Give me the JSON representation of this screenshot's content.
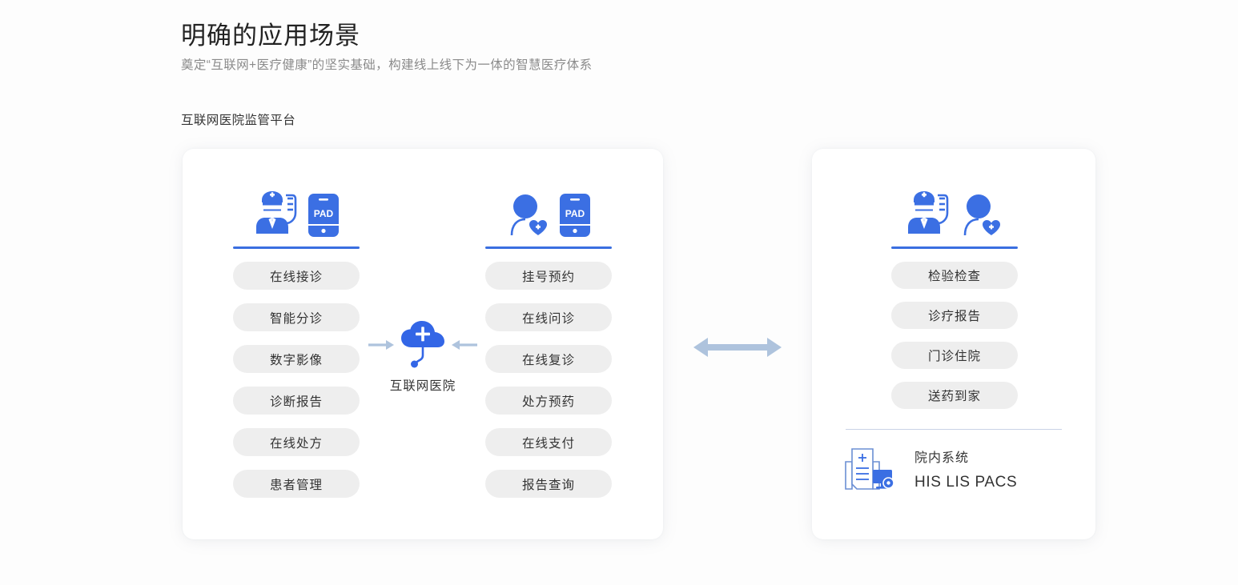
{
  "header": {
    "title": "明确的应用场景",
    "subtitle": "奠定“互联网+医疗健康”的坚实基础，构建线上线下为一体的智慧医疗体系",
    "platform_label": "互联网医院监管平台"
  },
  "colors": {
    "brand_blue": "#3a6ee0",
    "icon_blue": "#3b6fe3",
    "pill_bg": "#eeeeee",
    "text_dark": "#333333",
    "text_gray": "#8a8a8a",
    "arrow_blue_gray": "#aec3dd",
    "page_bg": "#fdfdfd"
  },
  "left_panel": {
    "columns": [
      {
        "icons": [
          "doctor-stethoscope-icon",
          "pad-tablet-icon"
        ],
        "pad_label": "PAD",
        "items": [
          {
            "label": "在线接诊"
          },
          {
            "label": "智能分诊"
          },
          {
            "label": "数字影像"
          },
          {
            "label": "诊断报告"
          },
          {
            "label": "在线处方"
          },
          {
            "label": "患者管理"
          }
        ]
      },
      {
        "icons": [
          "patient-heart-icon",
          "pad-tablet-icon"
        ],
        "pad_label": "PAD",
        "items": [
          {
            "label": "挂号预约"
          },
          {
            "label": "在线问诊"
          },
          {
            "label": "在线复诊"
          },
          {
            "label": "处方预药"
          },
          {
            "label": "在线支付"
          },
          {
            "label": "报告查询"
          }
        ]
      }
    ],
    "center": {
      "icon": "cloud-plus-stethoscope-icon",
      "label": "互联网医院",
      "left_arrow": "arrow-right-icon",
      "right_arrow": "arrow-left-icon"
    }
  },
  "connector": {
    "icon": "double-arrow-icon"
  },
  "right_panel": {
    "icons": [
      "doctor-stethoscope-icon",
      "patient-heart-icon"
    ],
    "items": [
      {
        "label": "检验检查"
      },
      {
        "label": "诊疗报告"
      },
      {
        "label": "门诊住院"
      },
      {
        "label": "送药到家"
      }
    ],
    "system": {
      "icon": "document-monitor-icon",
      "title": "院内系统",
      "subtitle": "HIS LIS PACS"
    }
  }
}
